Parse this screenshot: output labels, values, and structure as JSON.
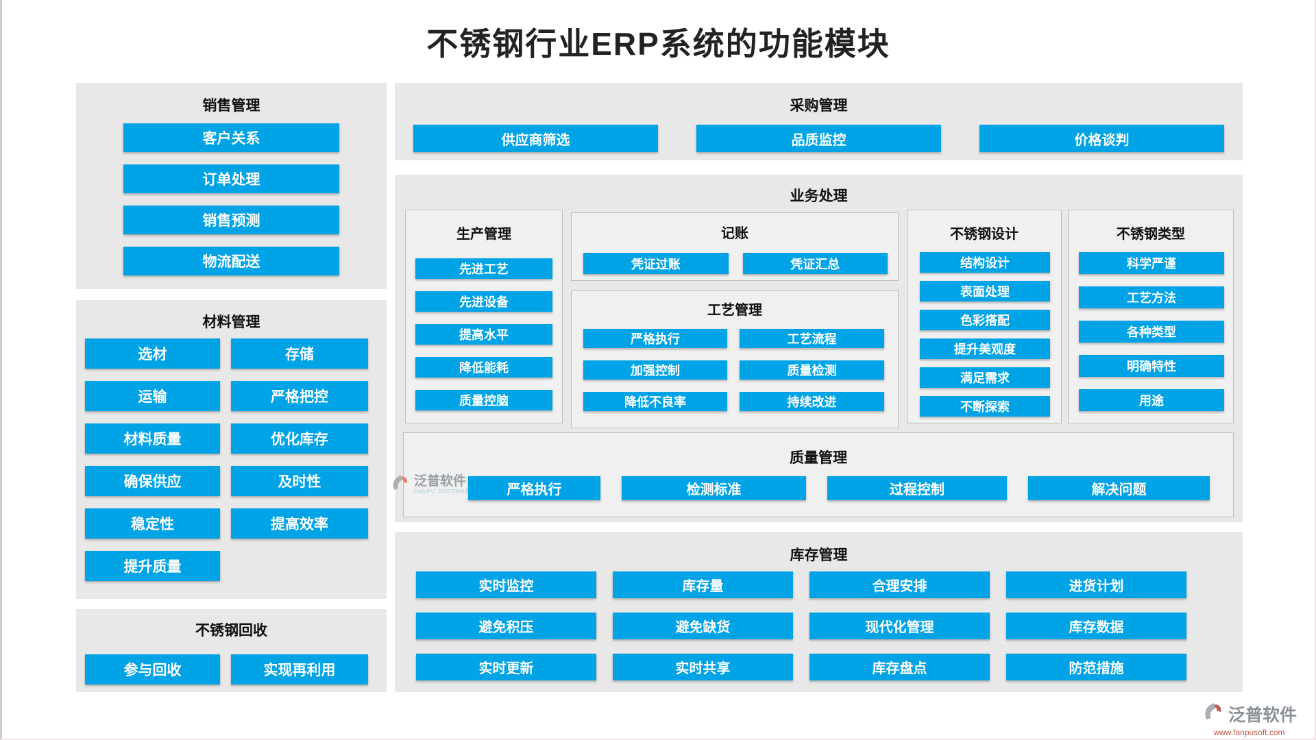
{
  "title": "不锈钢行业ERP系统的功能模块",
  "sections": {
    "sales": {
      "title": "销售管理",
      "items": [
        "客户关系",
        "订单处理",
        "销售预测",
        "物流配送"
      ]
    },
    "material": {
      "title": "材料管理",
      "items": [
        "选材",
        "存储",
        "运输",
        "严格把控",
        "材料质量",
        "优化库存",
        "确保供应",
        "及时性",
        "稳定性",
        "提高效率",
        "提升质量"
      ]
    },
    "recycle": {
      "title": "不锈钢回收",
      "items": [
        "参与回收",
        "实现再利用"
      ]
    },
    "procurement": {
      "title": "采购管理",
      "items": [
        "供应商筛选",
        "品质监控",
        "价格谈判"
      ]
    },
    "business": {
      "title": "业务处理",
      "subsections": {
        "production": {
          "title": "生产管理",
          "items": [
            "先进工艺",
            "先进设备",
            "提高水平",
            "降低能耗",
            "质量控脑"
          ]
        },
        "bookkeeping": {
          "title": "记账",
          "items": [
            "凭证过账",
            "凭证汇总"
          ]
        },
        "process": {
          "title": "工艺管理",
          "items": [
            "严格执行",
            "工艺流程",
            "加强控制",
            "质量检测",
            "降低不良率",
            "持续改进"
          ]
        },
        "design": {
          "title": "不锈钢设计",
          "items": [
            "结构设计",
            "表面处理",
            "色彩搭配",
            "提升美观度",
            "满足需求",
            "不断探索"
          ]
        },
        "types": {
          "title": "不锈钢类型",
          "items": [
            "科学严谨",
            "工艺方法",
            "各种类型",
            "明确特性",
            "用途"
          ]
        },
        "quality": {
          "title": "质量管理",
          "items": [
            "严格执行",
            "检测标准",
            "过程控制",
            "解决问题"
          ]
        }
      }
    },
    "inventory": {
      "title": "库存管理",
      "items": [
        "实时监控",
        "库存量",
        "合理安排",
        "进货计划",
        "避免积压",
        "避免缺货",
        "现代化管理",
        "库存数据",
        "实时更新",
        "实时共享",
        "库存盘点",
        "防范措施"
      ]
    }
  },
  "watermarks": {
    "inline": {
      "brand": "泛普软件",
      "subtitle": "FANPU SOFTWARE"
    },
    "footer": {
      "brand": "泛普软件",
      "url": "www.fanpusoft.com"
    }
  },
  "colors": {
    "accent": "#00a3e6",
    "panel_bg": "#e8e8e8",
    "subpanel_bg": "#f0f0f0",
    "button_text": "#ffffff"
  }
}
